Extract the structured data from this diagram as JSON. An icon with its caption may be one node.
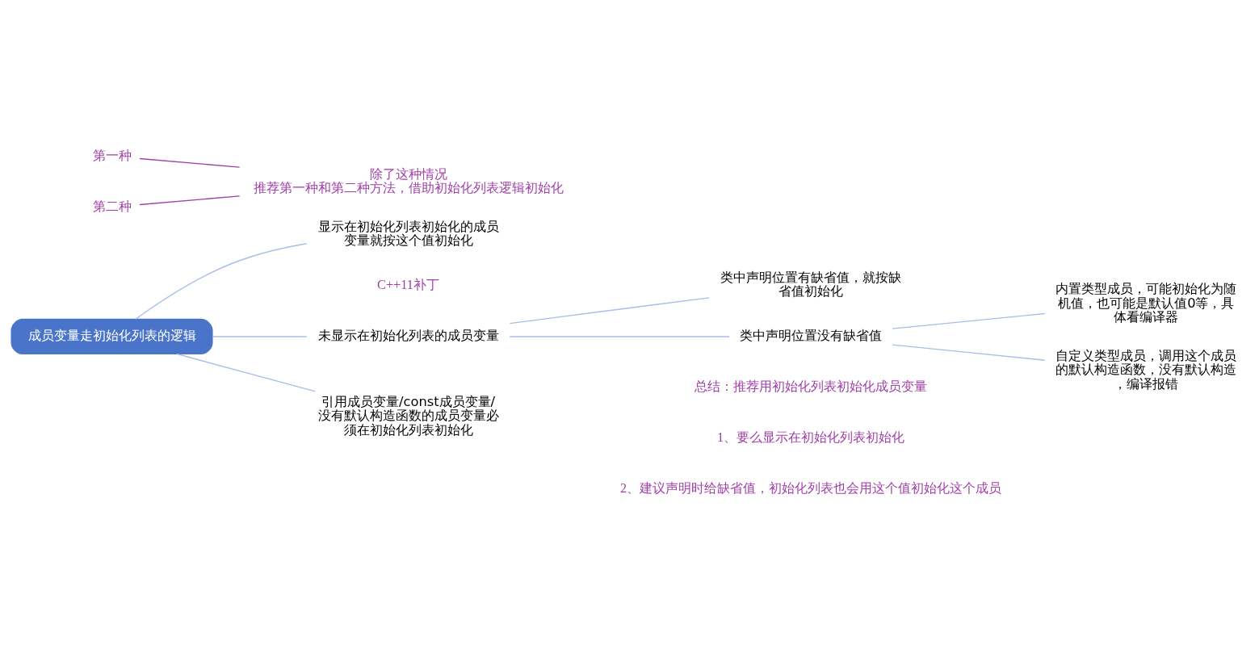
{
  "diagram": {
    "nodes": [
      {
        "text": [
          "成员变量走初始化列表的逻辑"
        ]
      },
      {
        "text": [
          "显示在初始化列表初始化的成员变量就按这个值初始化"
        ]
      },
      {
        "text": [
          "未显示在初始化列表的成员变量"
        ]
      },
      {
        "text": [
          "引用成员变量/const成员变量/没有默认构造函数的成员变量必须在初始化列表初始化"
        ]
      },
      {
        "text": [
          "类中声明位置有缺省值，就按缺省值初始化"
        ]
      },
      {
        "text": [
          "类中声明位置没有缺省值"
        ]
      },
      {
        "text": [
          "内置类型成员，可能初始化为随机值，也可能是默认值0等，具体看编译器"
        ]
      },
      {
        "text": [
          "自定义类型成员，调用这个成员的默认构造函数，没有默认构造，编译报错"
        ]
      },
      {
        "text": [
          "第一种"
        ]
      },
      {
        "text": [
          "第二种"
        ]
      },
      {
        "text": [
          "除了这种情况",
          "推荐第一种和第二种方法，借助初始化列表逻辑初始化"
        ]
      }
    ],
    "edges": [
      {
        "from": 0,
        "to": 1,
        "arrow": "none"
      },
      {
        "from": 0,
        "to": 2,
        "arrow": "none"
      },
      {
        "from": 0,
        "to": 3,
        "arrow": "none"
      },
      {
        "from": 2,
        "to": 4,
        "arrow": "none"
      },
      {
        "from": 2,
        "to": 5,
        "arrow": "none"
      },
      {
        "from": 5,
        "to": 6,
        "arrow": "none"
      },
      {
        "from": 5,
        "to": 7,
        "arrow": "none"
      },
      {
        "from": 8,
        "to": 10,
        "arrow": "none",
        "color": "#a040a8"
      },
      {
        "from": 9,
        "to": 10,
        "arrow": "none",
        "color": "#a040a8"
      }
    ],
    "labels": [
      "C++11补丁",
      "总结：推荐用初始化列表初始化成员变量",
      "1、要么显示在初始化列表初始化",
      "2、建议声明时给缺省值，初始化列表也会用这个值初始化这个成员"
    ]
  }
}
